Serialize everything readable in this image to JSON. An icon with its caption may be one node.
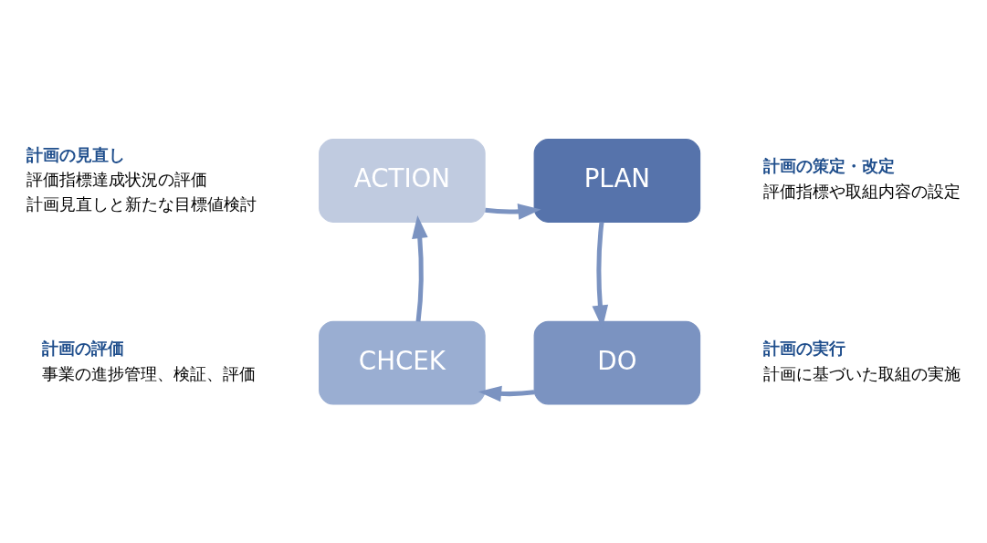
{
  "diagram": {
    "nodes": [
      {
        "text": [
          "ACTION"
        ],
        "beside": [
          "計画の見直し",
          "評価指標達成状況の評価",
          "計画見直しと新たな目標値検討"
        ]
      },
      {
        "text": [
          "PLAN"
        ],
        "beside": [
          "計画の策定・改定",
          "評価指標や取組内容の設定"
        ]
      },
      {
        "text": [
          "DO"
        ],
        "beside": [
          "計画の実行",
          "計画に基づいた取組の実施"
        ]
      },
      {
        "text": [
          "CHCEK"
        ],
        "beside": [
          "計画の評価",
          "事業の進捗管理、検証、評価"
        ]
      }
    ],
    "edges": [
      {
        "from": 0,
        "to": 1,
        "arrow": "to"
      },
      {
        "from": 1,
        "to": 2,
        "arrow": "to"
      },
      {
        "from": 2,
        "to": 3,
        "arrow": "to"
      },
      {
        "from": 3,
        "to": 0,
        "arrow": "to"
      }
    ]
  }
}
